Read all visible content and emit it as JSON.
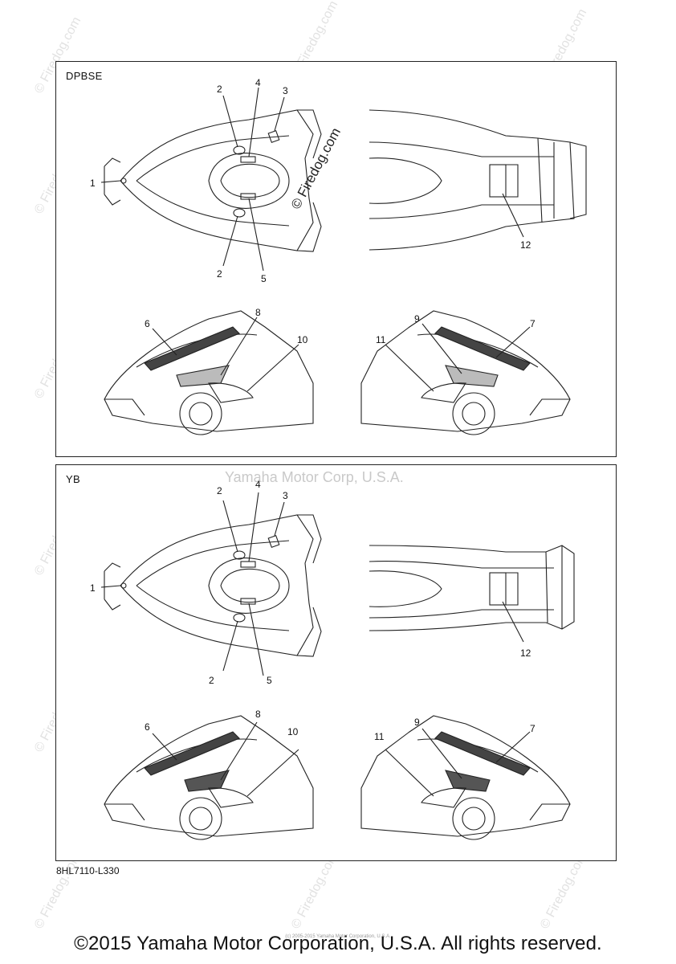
{
  "panels": [
    {
      "label": "DPBSE",
      "callouts": [
        "1",
        "2",
        "4",
        "3",
        "2",
        "5",
        "12",
        "6",
        "8",
        "10",
        "11",
        "9",
        "7"
      ]
    },
    {
      "label": "YB",
      "callouts": [
        "1",
        "2",
        "4",
        "3",
        "2",
        "5",
        "12",
        "6",
        "8",
        "10",
        "11",
        "9",
        "7"
      ]
    }
  ],
  "part_code": "8HL7110-L330",
  "copyright": "©2015 Yamaha Motor Corporation, U.S.A. All rights reserved.",
  "small_copyright": "(c) 2005-2015 Yamaha Motor Corporation, U.S.A.",
  "watermarks": {
    "center": "Yamaha Motor Corp, U.S.A.",
    "repeat": "© Firedog.com",
    "dark": "© Firedog.com"
  }
}
